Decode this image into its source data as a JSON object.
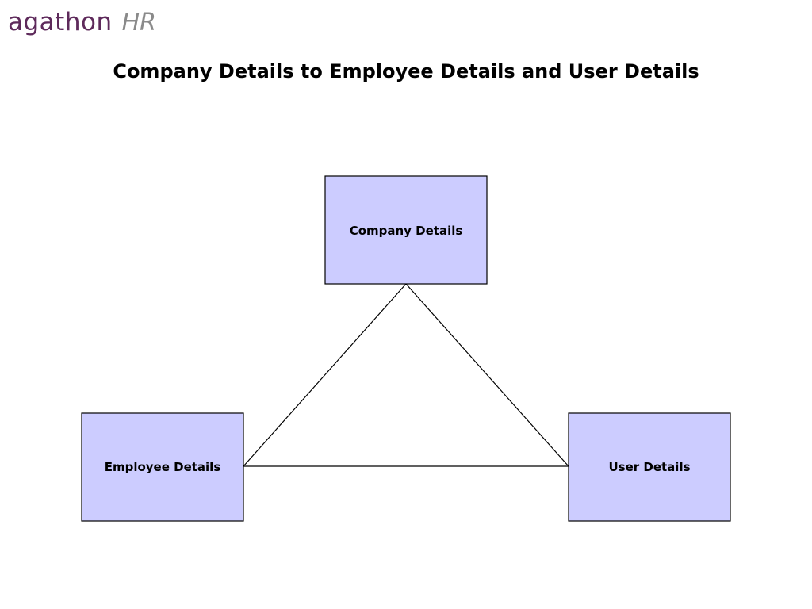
{
  "logo": {
    "main": "agathon",
    "suffix": "HR"
  },
  "title": "Company Details to Employee Details and User Details",
  "colors": {
    "logo_main": "#5e2a5b",
    "logo_suffix": "#8a8a8a",
    "node_fill": "#ccccff",
    "node_border": "#000000"
  },
  "nodes": {
    "company": {
      "label": "Company Details"
    },
    "employee": {
      "label": "Employee Details"
    },
    "user": {
      "label": "User Details"
    }
  },
  "edges": [
    {
      "from": "company",
      "to": "employee"
    },
    {
      "from": "company",
      "to": "user"
    },
    {
      "from": "employee",
      "to": "user"
    }
  ]
}
